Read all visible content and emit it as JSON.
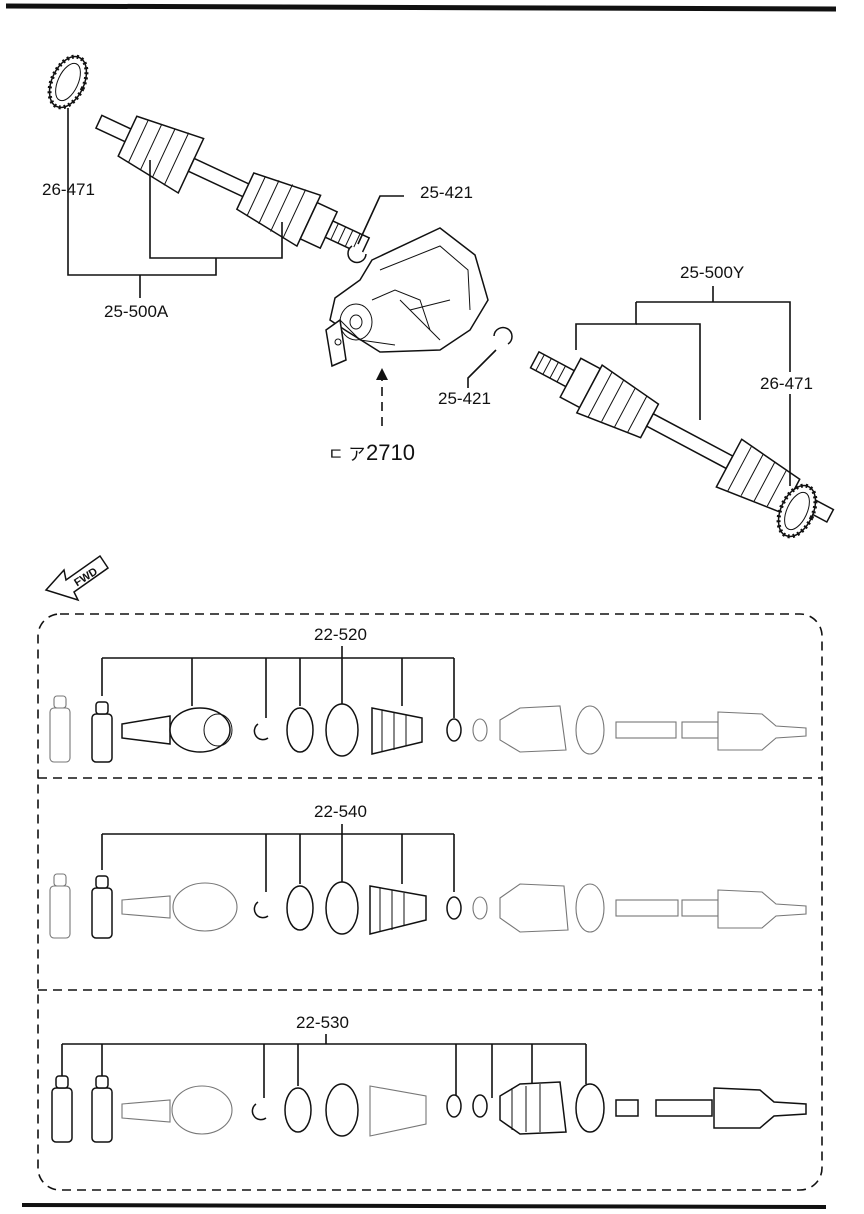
{
  "labels": {
    "ring_left": "26-471",
    "shaft_left": "25-500A",
    "clip_top": "25-421",
    "clip_bottom": "25-421",
    "shaft_right": "25-500Y",
    "ring_right": "26-471",
    "ref_prefix": "ㄷ ア",
    "ref_number": "2710",
    "fwd": "FWD",
    "kit1": "22-520",
    "kit2": "22-540",
    "kit3": "22-530"
  }
}
